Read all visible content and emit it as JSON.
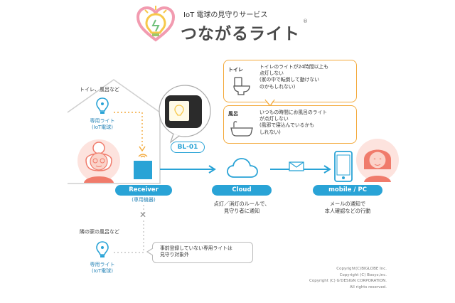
{
  "logo": {
    "subtitle": "IoT 電球の見守りサービス",
    "name": "つながるライト",
    "registered": "®"
  },
  "house": {
    "label": "トイレ、風呂など",
    "bulb_label": [
      "専用ライト",
      "(IoT電球)"
    ]
  },
  "device": {
    "label": "BL-01"
  },
  "receiver": {
    "label": "Receiver",
    "sub": "(専用機器)"
  },
  "cloud": {
    "label": "Cloud",
    "desc": [
      "点灯／消灯のルールで、",
      "見守り者に通知"
    ]
  },
  "mobile": {
    "label": "mobile / PC",
    "desc": [
      "メールの通知で",
      "本人確認などの行動"
    ]
  },
  "callouts": [
    {
      "tag": "トイレ",
      "lines": [
        "トイレのライトが24時間以上も",
        "点灯しない",
        "(家の中で転倒して動けない",
        "のかもしれない)"
      ]
    },
    {
      "tag": "風呂",
      "lines": [
        "いつもの時間にお風呂のライト",
        "が点灯しない",
        "(風邪で寝込んでいるかも",
        "しれない)"
      ]
    }
  ],
  "neighbor": {
    "label": "隣の家の風呂など",
    "bulb_label": [
      "専用ライト",
      "(IoT電球)"
    ],
    "note": [
      "事前登録していない専用ライトは",
      "見守り対象外"
    ]
  },
  "copyright": [
    "Copyright(C)BIGLOBE Inc.",
    "Copyright (C) Boxyz,inc.",
    "Copyright (C) G'DESIGN CORPORATION.",
    "All rights reserved."
  ],
  "colors": {
    "blue": "#29a3d6",
    "orange": "#f3a93a",
    "pink": "#f07b6b"
  }
}
